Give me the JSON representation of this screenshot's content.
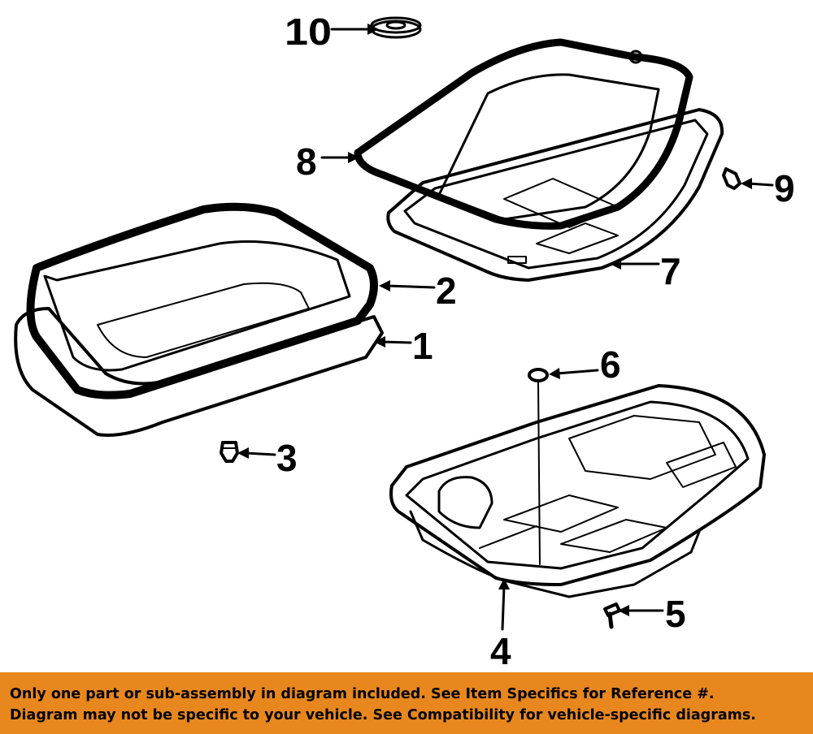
{
  "diagram": {
    "callouts": [
      "1",
      "2",
      "3",
      "4",
      "5",
      "6",
      "7",
      "8",
      "9",
      "10"
    ]
  },
  "banner": {
    "line1": "Only one part or sub-assembly in diagram included. See Item Specifics for Reference #.",
    "line2": "Diagram may not be specific to your vehicle. See Compatibility for vehicle-specific diagrams.",
    "background_color": "#e8871e"
  }
}
